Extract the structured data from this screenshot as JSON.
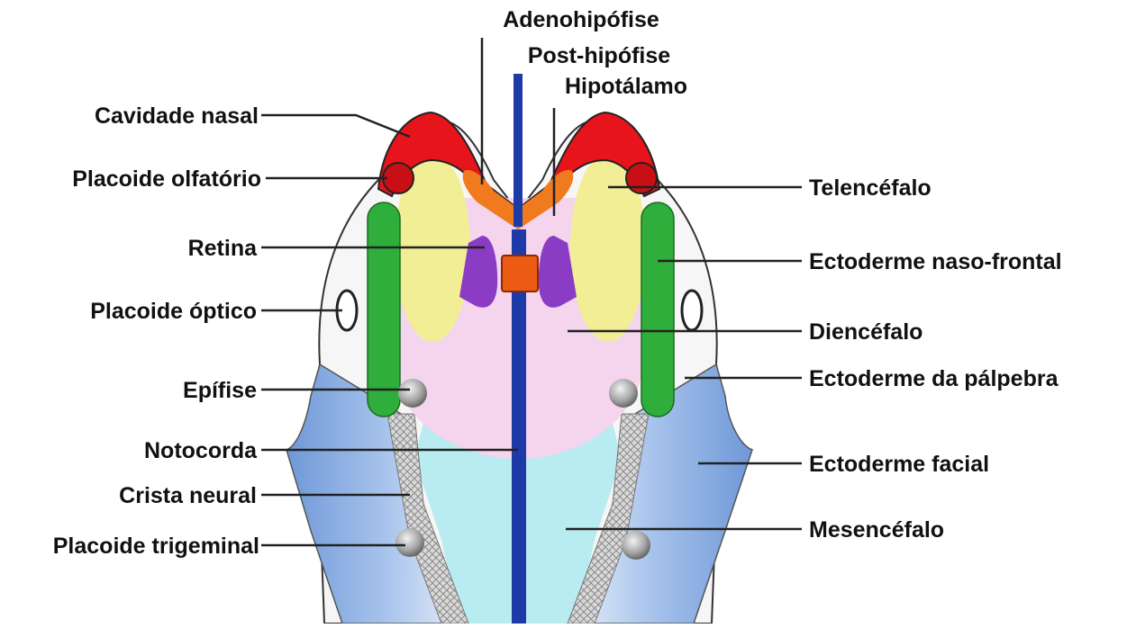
{
  "labels": {
    "adenohipofise": "Adenohipófise",
    "post_hipofise": "Post-hipófise",
    "hipotalamo": "Hipotálamo",
    "cavidade_nasal": "Cavidade nasal",
    "placoide_olfatorio": "Placoide olfatório",
    "retina": "Retina",
    "placoide_optico": "Placoide óptico",
    "epifise": "Epífise",
    "notocorda": "Notocorda",
    "crista_neural": "Crista neural",
    "placoide_trigeminal": "Placoide trigeminal",
    "telencefalo": "Telencéfalo",
    "ectoderme_naso_frontal": "Ectoderme naso-frontal",
    "diencefalo": "Diencéfalo",
    "ectoderme_palpebra": "Ectoderme da pálpebra",
    "ectoderme_facial": "Ectoderme facial",
    "mesencefalo": "Mesencéfalo"
  },
  "colors": {
    "nasal_cavity": "#e8141c",
    "adenohypophysis": "#f07a1e",
    "notochord": "#1e3aa8",
    "telencephalon": "#f2ee96",
    "diencephalon": "#f5d4ee",
    "retina": "#8a3cc4",
    "naso_frontal_ectoderm": "#2fae3c",
    "mesencephalon": "#b8ecf0",
    "facial_ectoderm": "#7fa6dc",
    "neural_crest": "#c8c8c8",
    "placode": "#a8a8a8"
  }
}
